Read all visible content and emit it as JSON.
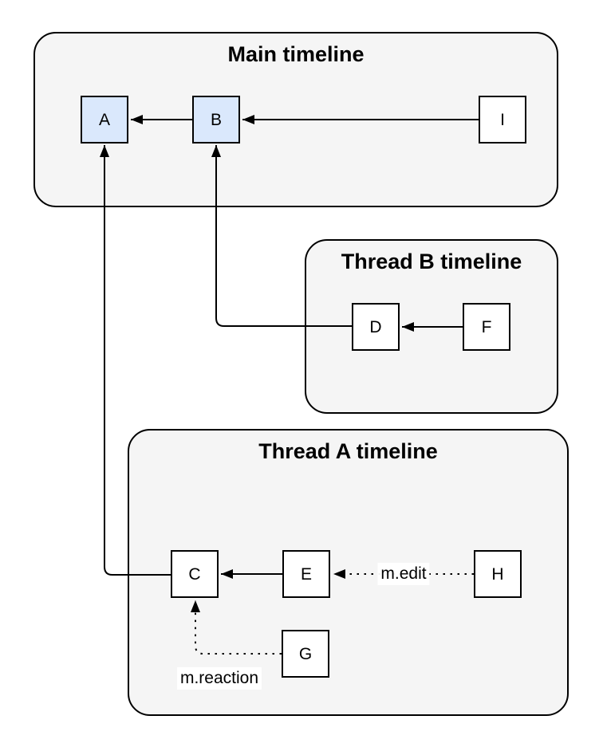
{
  "diagram": {
    "containers": {
      "main": {
        "title": "Main timeline"
      },
      "thread_b": {
        "title": "Thread B timeline"
      },
      "thread_a": {
        "title": "Thread A timeline"
      }
    },
    "nodes": {
      "a": {
        "label": "A",
        "highlighted": true
      },
      "b": {
        "label": "B",
        "highlighted": true
      },
      "i": {
        "label": "I",
        "highlighted": false
      },
      "d": {
        "label": "D",
        "highlighted": false
      },
      "f": {
        "label": "F",
        "highlighted": false
      },
      "c": {
        "label": "C",
        "highlighted": false
      },
      "e": {
        "label": "E",
        "highlighted": false
      },
      "h": {
        "label": "H",
        "highlighted": false
      },
      "g": {
        "label": "G",
        "highlighted": false
      }
    },
    "edges": [
      {
        "from": "B",
        "to": "A",
        "style": "solid"
      },
      {
        "from": "I",
        "to": "B",
        "style": "solid"
      },
      {
        "from": "F",
        "to": "D",
        "style": "solid"
      },
      {
        "from": "D",
        "to": "B",
        "style": "solid"
      },
      {
        "from": "E",
        "to": "C",
        "style": "solid"
      },
      {
        "from": "C",
        "to": "A",
        "style": "solid"
      },
      {
        "from": "H",
        "to": "E",
        "style": "dotted",
        "label": "m.edit"
      },
      {
        "from": "G",
        "to": "C",
        "style": "dotted",
        "label": "m.reaction"
      }
    ],
    "edge_labels": {
      "edit": "m.edit",
      "reaction": "m.reaction"
    },
    "colors": {
      "container_fill": "#f5f5f5",
      "node_fill": "#ffffff",
      "highlight_fill": "#dae8fc",
      "stroke": "#000000",
      "background": "#ffffff"
    }
  }
}
